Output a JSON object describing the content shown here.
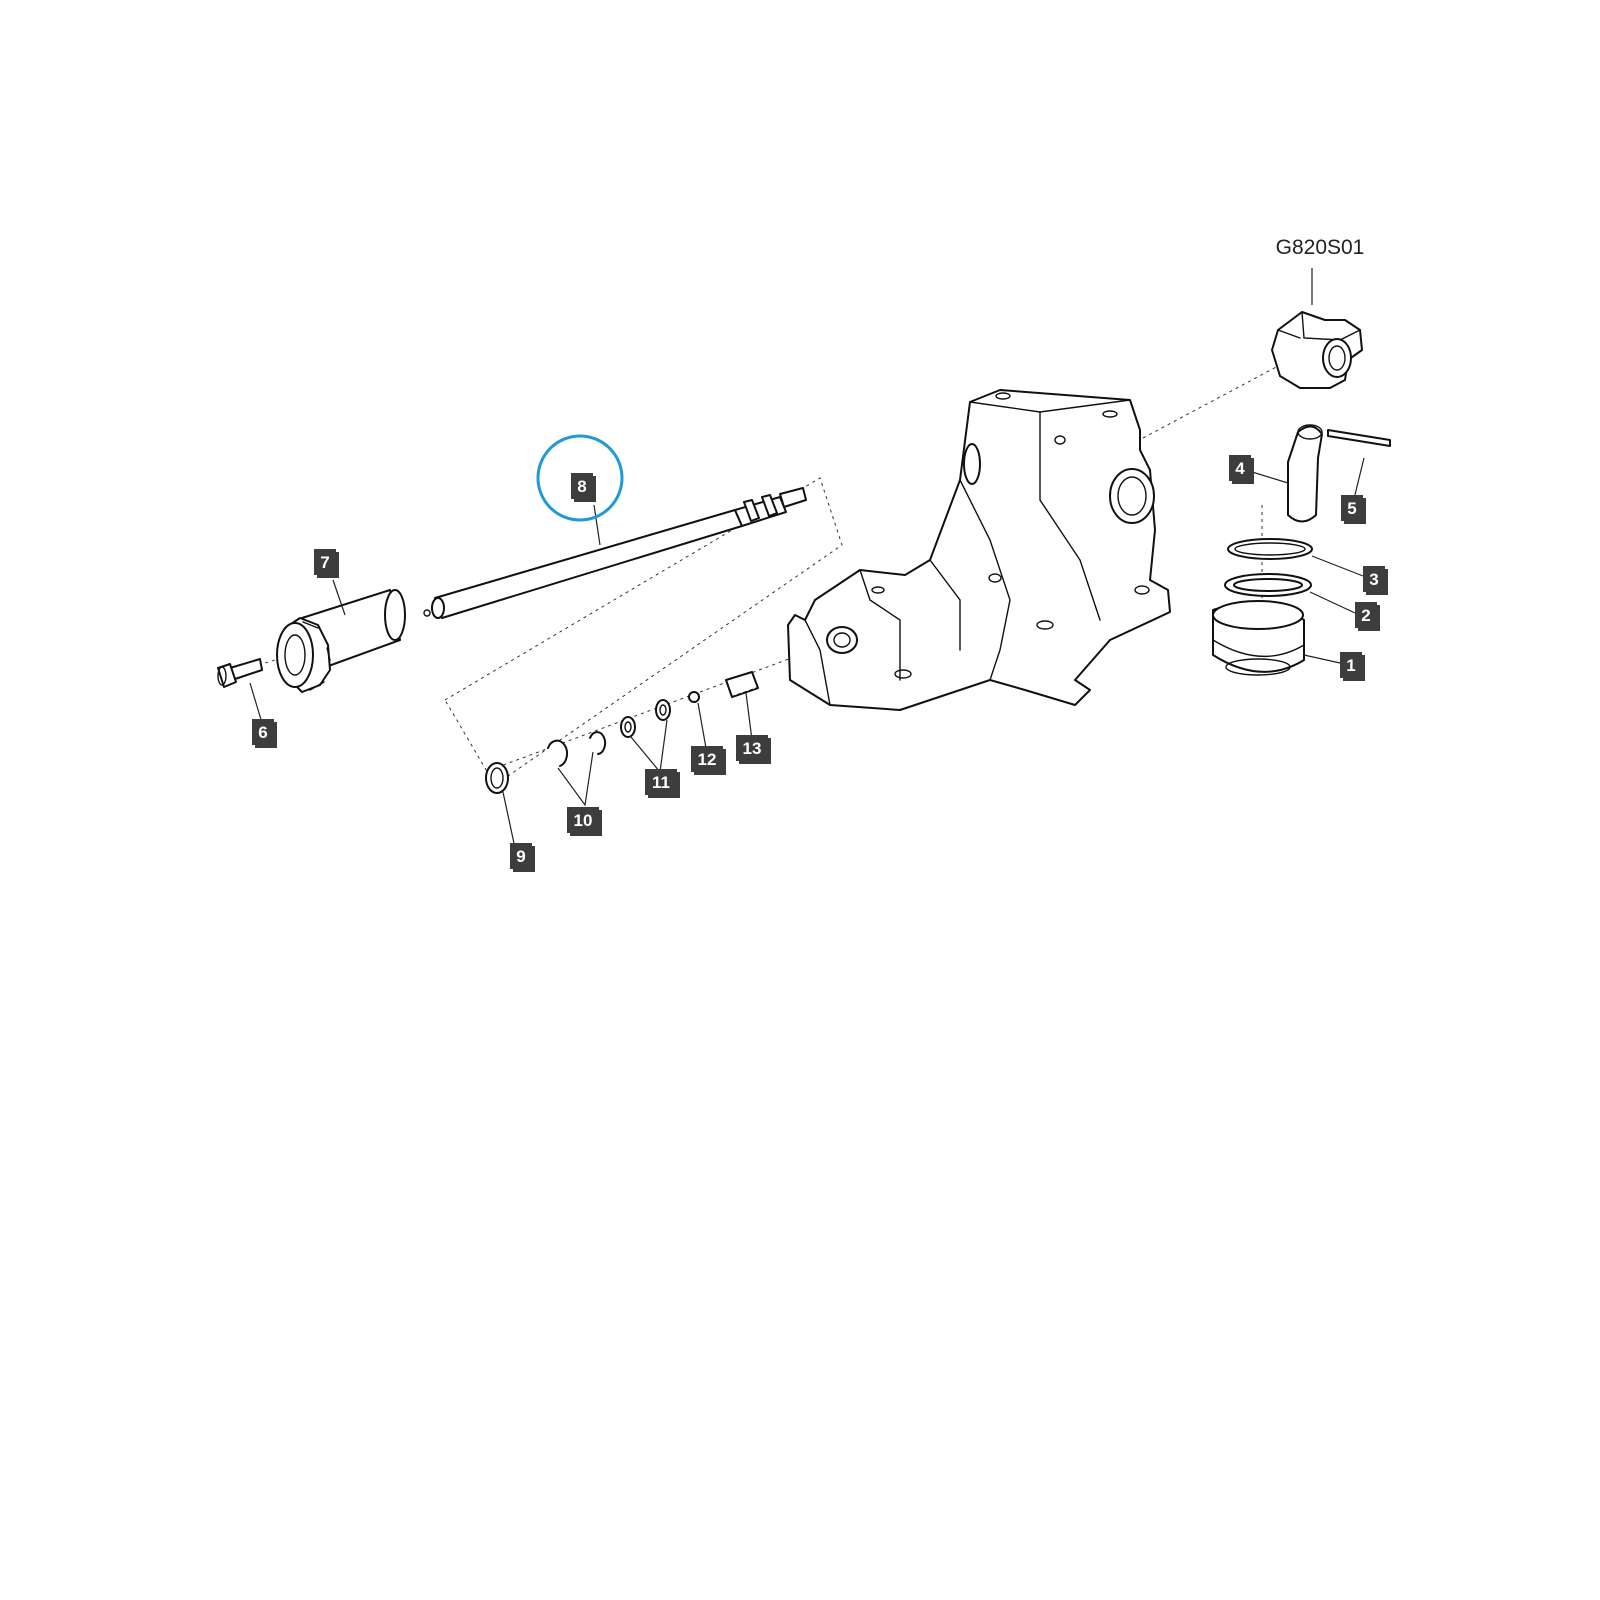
{
  "figure": {
    "reference_code": "G820S01",
    "highlight_color": "#1e9ad6",
    "callout_color": "#3d3d3d",
    "highlighted_part": "8"
  },
  "callouts": [
    "1",
    "2",
    "3",
    "4",
    "5",
    "6",
    "7",
    "8",
    "9",
    "10",
    "11",
    "12",
    "13"
  ]
}
